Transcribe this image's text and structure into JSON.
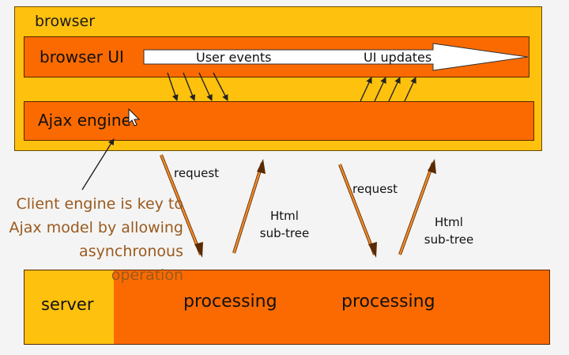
{
  "browser": {
    "label": "browser",
    "ui_label": "browser UI",
    "ajax_label": "Ajax engine",
    "user_events": "User events",
    "ui_updates": "UI updates"
  },
  "flows": [
    {
      "request": "request",
      "response_line1": "Html",
      "response_line2": "sub-tree"
    },
    {
      "request": "request",
      "response_line1": "Html",
      "response_line2": "sub-tree"
    }
  ],
  "server": {
    "label": "server",
    "processing": [
      "processing",
      "processing"
    ]
  },
  "note": {
    "lines": [
      "Client engine is key to",
      "Ajax model by allowing",
      "asynchronous operation"
    ]
  },
  "colors": {
    "yellow": "#fec10e",
    "orange": "#fb6a00",
    "arrow": "#f08a2a",
    "note": "#9a5a1e"
  },
  "icons": {
    "cursor": "mouse-pointer-icon"
  }
}
